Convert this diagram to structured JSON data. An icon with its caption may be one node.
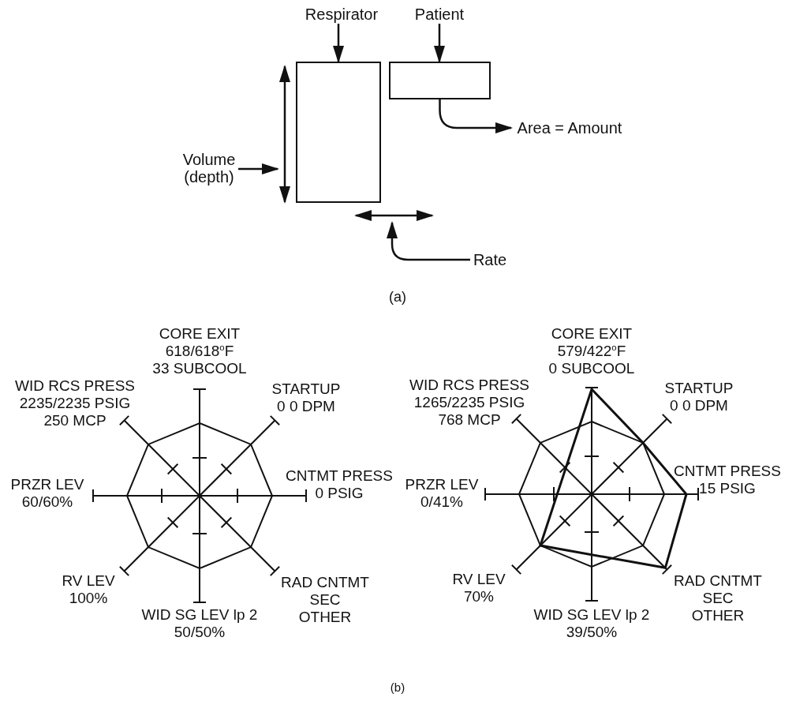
{
  "diagram": {
    "nodes": [
      {
        "text": [
          "Respirator"
        ]
      },
      {
        "text": [
          "Patient"
        ]
      },
      {
        "text": [],
        "shape": "box"
      },
      {
        "text": [],
        "shape": "box"
      },
      {
        "text": [
          "Volume (depth)"
        ]
      },
      {
        "text": [
          "Area = Amount"
        ]
      },
      {
        "text": [
          "Rate"
        ]
      }
    ],
    "edges": [
      {
        "from": 0,
        "to": 2,
        "arrow": "to"
      },
      {
        "from": 1,
        "to": 3,
        "arrow": "to"
      },
      {
        "from": 4,
        "to": 2,
        "arrow": "to"
      },
      {
        "from": 3,
        "to": 5,
        "arrow": "to"
      },
      {
        "from": 6,
        "to": 2,
        "arrow": "to"
      }
    ],
    "labels": [
      "(a)",
      "CORE EXIT 618/618$^{o}$F 33 SUBCOOL",
      "WID RCS PRESS 2235/2235 PSIG 250 MCP",
      "STARTUP 0 0 DPM",
      "CNTMT PRESS 0 PSIG",
      "PRZR LEV 60/60%",
      "RV LEV 100%",
      "WID SG LEV lp 2 50/50%",
      "RAD CNTMT SEC OTHER",
      "CORE EXIT 579/422$^{o}$F 0 SUBCOOL",
      "WID RCS PRESS 1265/2235 PSIG 768 MCP",
      "STARTUP 0 0 DPM",
      "CNTMT PRESS 15 PSIG",
      "PRZR LEV 0/41%",
      "RV LEV 70%",
      "WID SG LEV lp 2 39/50%",
      "RAD CNTMT SEC OTHER",
      "(b)"
    ]
  }
}
